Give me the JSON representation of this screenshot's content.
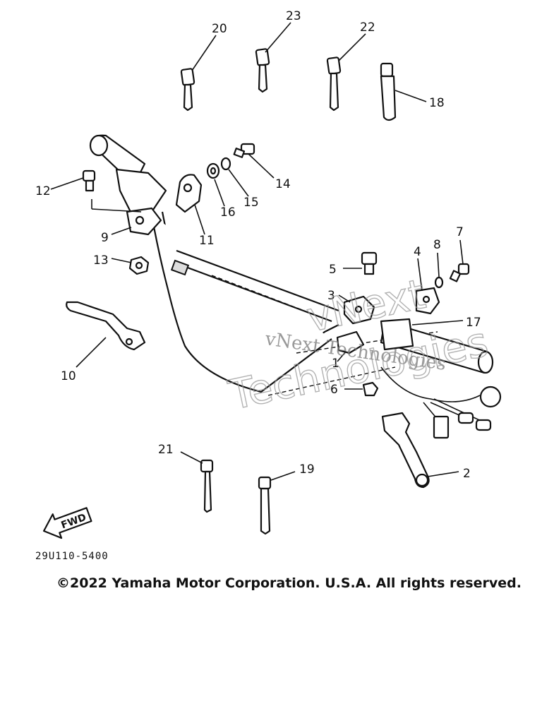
{
  "diagram": {
    "part_code": "29U110-5400",
    "copyright": "©2022 Yamaha Motor Corporation. U.S.A. All rights reserved.",
    "direction_label": "FWD",
    "watermark": {
      "line1": "vNext Technologies",
      "line2": "vNext",
      "line3": "Technologies"
    },
    "callouts": [
      "1",
      "2",
      "3",
      "4",
      "5",
      "6",
      "7",
      "8",
      "9",
      "10",
      "11",
      "12",
      "13",
      "14",
      "15",
      "16",
      "17",
      "18",
      "19",
      "20",
      "21",
      "22",
      "23"
    ]
  }
}
